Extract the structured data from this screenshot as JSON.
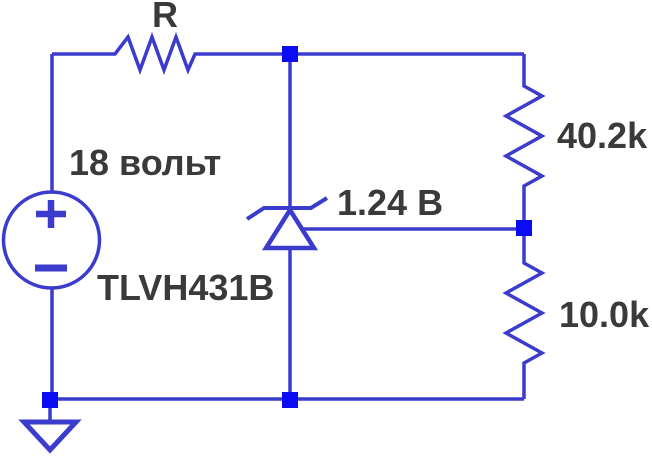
{
  "diagram": {
    "type": "circuit-schematic",
    "colors": {
      "bg": "#ffffff",
      "wire": "#3b3bcd",
      "junction": "#0c0cf2",
      "text": "#3a3a3a"
    },
    "labels": {
      "series_resistor": "R",
      "source_voltage": "18 вольт",
      "regulator_part": "TLVH431B",
      "ref_voltage": "1.24 В",
      "upper_resistor": "40.2k",
      "lower_resistor": "10.0k"
    },
    "components": [
      {
        "name": "voltage-source",
        "kind": "dc-voltage-source",
        "label": "18 вольт"
      },
      {
        "name": "series-resistor",
        "kind": "resistor",
        "label": "R"
      },
      {
        "name": "shunt-regulator",
        "kind": "adjustable-shunt-reference",
        "label": "TLVH431B",
        "ref_node_voltage": "1.24 В"
      },
      {
        "name": "upper-divider-resistor",
        "kind": "resistor",
        "label": "40.2k"
      },
      {
        "name": "lower-divider-resistor",
        "kind": "resistor",
        "label": "10.0k"
      },
      {
        "name": "ground",
        "kind": "ground"
      }
    ]
  }
}
